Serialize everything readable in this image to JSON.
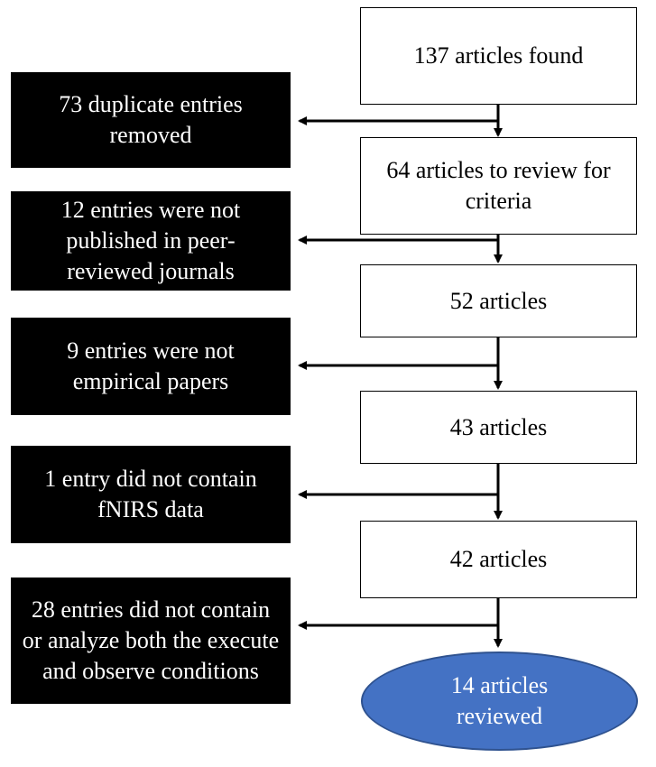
{
  "stages": [
    {
      "label": "137 articles found"
    },
    {
      "label": "64 articles to review for criteria"
    },
    {
      "label": "52 articles"
    },
    {
      "label": "43 articles"
    },
    {
      "label": "42 articles"
    }
  ],
  "exclusions": [
    {
      "label": "73 duplicate entries removed"
    },
    {
      "label": "12 entries were not published in peer-reviewed journals"
    },
    {
      "label": "9 entries were not empirical papers"
    },
    {
      "label": "1 entry did not contain fNIRS data"
    },
    {
      "label": "28 entries did not contain or analyze both the execute and observe conditions"
    }
  ],
  "final": {
    "label": "14 articles reviewed"
  },
  "colors": {
    "final_fill": "#4472c4",
    "exclusion_fill": "#000000",
    "stage_fill": "#ffffff"
  }
}
